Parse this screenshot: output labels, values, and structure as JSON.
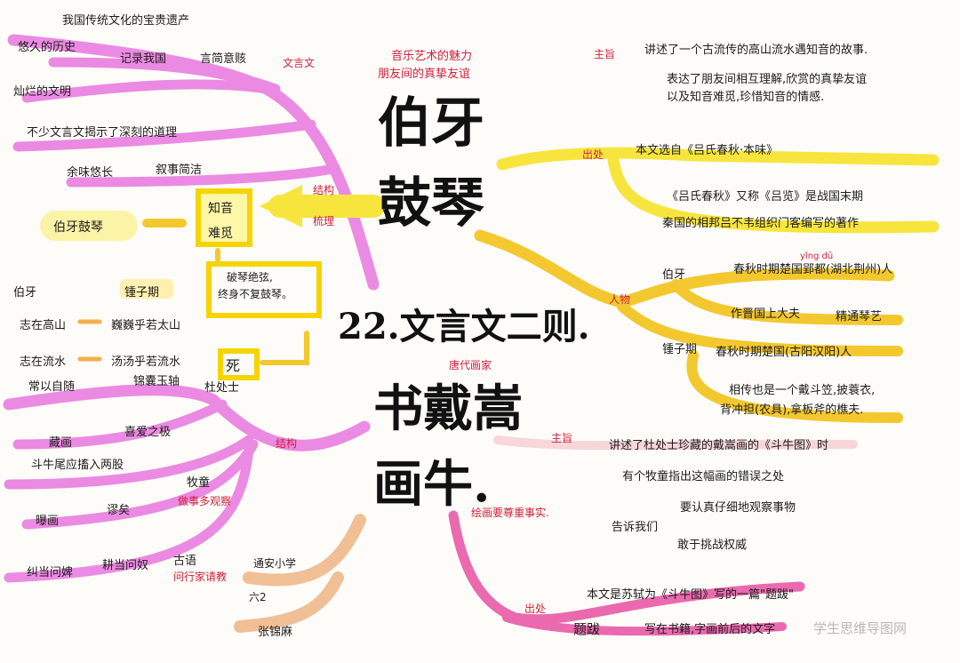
{
  "title": {
    "part1": "伯牙",
    "part2": "鼓琴",
    "lesson": "22.文言文二则.",
    "part3": "书戴嵩",
    "part4": "画牛."
  },
  "top_note": {
    "line1": "音乐艺术的魅力",
    "line2": "朋友间的真挚友谊"
  },
  "left_top": {
    "label": "文言文",
    "items": [
      "我国传统文化的宝贵遗产",
      "悠久的历史",
      "记录我国",
      "言简意赅",
      "灿烂的文明",
      "不少文言文揭示了深刻的道理",
      "余味悠长",
      "叙事简洁"
    ],
    "struct_label": "结构",
    "struct_sub": "梳理"
  },
  "center_left": {
    "box_text_1": "知音",
    "box_text_2": "难觅",
    "pill_text": "伯牙鼓琴",
    "box2_line1": "破琴绝弦,",
    "box2_line2": "终身不复鼓琴。",
    "death": "死"
  },
  "mid_left": {
    "col1_header": "伯牙",
    "col2_header": "锺子期",
    "rows": [
      {
        "a": "志在高山",
        "b": "巍巍乎若太山"
      },
      {
        "a": "志在流水",
        "b": "汤汤乎若流水"
      }
    ]
  },
  "left_bottom": {
    "items": [
      "常以自随",
      "锦囊玉轴",
      "杜处士",
      "藏画",
      "喜爱之极",
      "斗牛尾应搐入两股",
      "牧童",
      "曝画",
      "谬矣",
      "纠当问婢",
      "耕当问奴",
      "古语"
    ],
    "struct_label": "结构",
    "sub1": "做事多观察",
    "sub2": "问行家请教",
    "peach_items": [
      "通安小学",
      "六2",
      "张锦麻"
    ]
  },
  "right_top": {
    "main_label": "主旨",
    "main_line1": "讲述了一个古流传的高山流水遇知音的故事.",
    "main_line2": "表达了朋友间相互理解,欣赏的真挚友谊",
    "main_line3": "以及知音难觅,珍惜知音的情感.",
    "source_label": "出处",
    "source_line1": "本文选自《吕氏春秋·本味》",
    "source_line2": "《吕氏春秋》又称《吕览》是战国末期",
    "source_line3": "秦国的相邦吕不韦组织门客编写的著作",
    "people_label": "人物",
    "bo_ya": "伯牙",
    "pinyin": "yǐng dū",
    "bo_line1": "春秋时期楚国郢都(湖北荆州)人",
    "bo_line2": "作晋国上大夫",
    "bo_line3": "精通琴艺",
    "zhong": "锺子期",
    "zhong_line1": "春秋时期楚国(古阳汉阳)人",
    "zhong_line2": "相传也是一个戴斗笠,披蓑衣,",
    "zhong_line3": "背冲担(农具),拿板斧的樵夫."
  },
  "right_bottom": {
    "dai_note": "唐代画家",
    "main_label": "主旨",
    "main_line1": "讲述了杜处士珍藏的戴嵩画的《斗牛图》时",
    "main_line2": "有个牧童指出这幅画的错误之处",
    "main_line3": "要认真仔细地观察事物",
    "main_line4": "告诉我们",
    "main_line5": "敢于挑战权威",
    "draw_note": "绘画要尊重事实.",
    "source_label": "出处",
    "source_line1": "本文是苏轼为《斗牛图》写的一篇\"题跋\"",
    "tiba": "题跋",
    "tiba_desc": "写在书籍,字画前后的文字"
  },
  "watermark": "学生思维导图网",
  "colors": {
    "pink": "#ea7ee0",
    "yellow": "#f7e32a",
    "gold": "#f3c31a",
    "peach": "#efb98c",
    "salmon": "#f39ba4",
    "red_text": "#d21f3c"
  }
}
